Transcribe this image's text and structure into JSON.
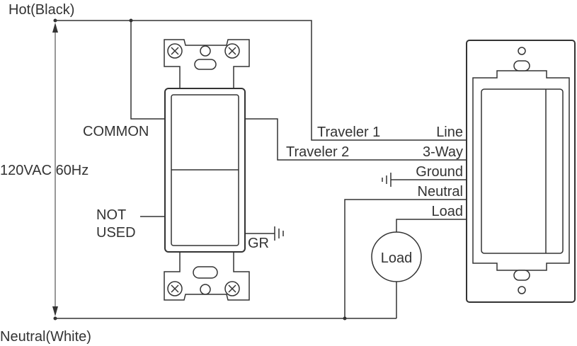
{
  "labels": {
    "hot": "Hot(Black)",
    "neutral_supply": "Neutral(White)",
    "voltage": "120VAC 60Hz",
    "common": "COMMON",
    "not_used_line1": "NOT",
    "not_used_line2": "USED",
    "gr": "GR",
    "traveler1": "Traveler 1",
    "traveler2": "Traveler 2",
    "term_line": "Line",
    "term_3way": "3-Way",
    "term_ground": "Ground",
    "term_neutral": "Neutral",
    "term_load": "Load",
    "load": "Load"
  },
  "colors": {
    "stroke": "#333333",
    "background": "#ffffff"
  }
}
